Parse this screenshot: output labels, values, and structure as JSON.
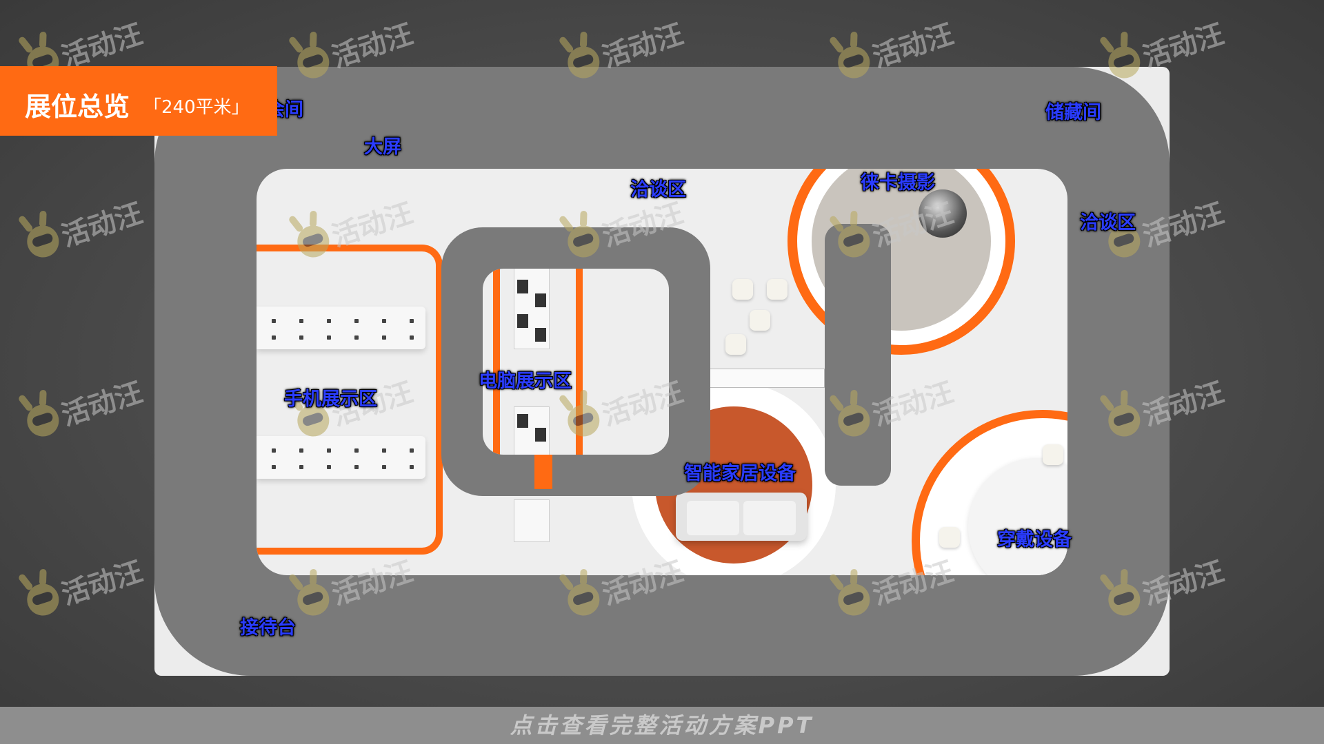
{
  "banner": {
    "title": "展位总览",
    "subtitle": "「240平米」"
  },
  "zones": {
    "meeting_room_partial": "会间",
    "big_screen": "大屏",
    "negotiation_top": "洽谈区",
    "photo": "徕卡摄影",
    "storage": "储藏间",
    "negotiation_right": "洽谈区",
    "pc_display": "电脑展示区",
    "phone_display": "手机展示区",
    "smart_home": "智能家居设备",
    "wearables": "穿戴设备",
    "reception": "接待台"
  },
  "watermark": {
    "text": "活动汪"
  },
  "footer": {
    "link": "点击查看完整活动方案PPT"
  },
  "colors": {
    "accent": "#ff6a13",
    "label_text": "#2a3cff",
    "walkway": "#7a7a7a"
  }
}
